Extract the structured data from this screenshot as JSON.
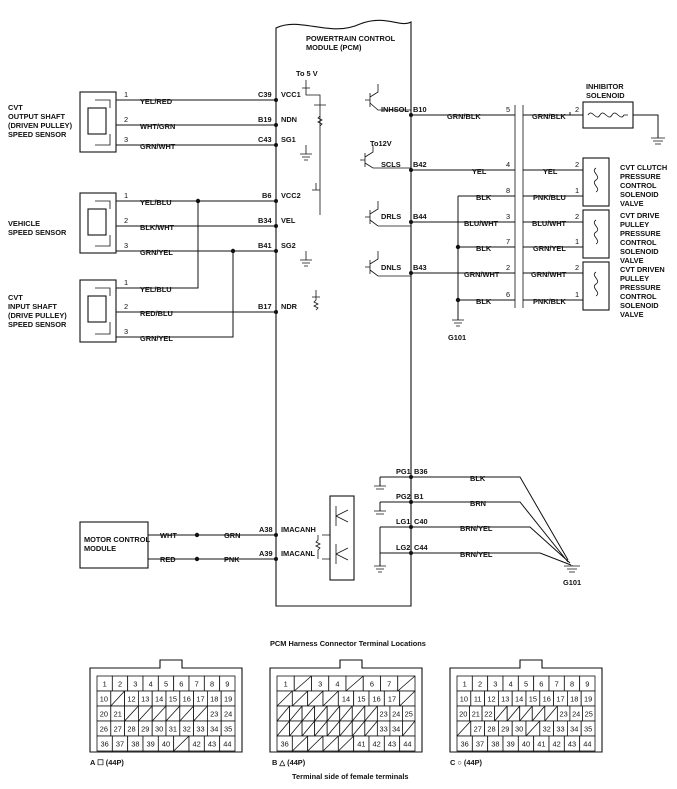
{
  "pcm": {
    "title1": "POWERTRAIN CONTROL",
    "title2": "MODULE (PCM)",
    "to5v": "To 5 V",
    "to12v": "To12V"
  },
  "left_components": {
    "output_shaft": [
      "CVT",
      "OUTPUT SHAFT",
      "(DRIVEN PULLEY)",
      "SPEED SENSOR"
    ],
    "vehicle_speed": [
      "VEHICLE",
      "SPEED SENSOR"
    ],
    "input_shaft": [
      "CVT",
      "INPUT SHAFT",
      "(DRIVE PULLEY)",
      "SPEED SENSOR"
    ],
    "motor_control": [
      "MOTOR CONTROL",
      "MODULE"
    ]
  },
  "left_pins": [
    {
      "pin": "C39",
      "name": "VCC1",
      "wire": "YEL/RED",
      "term": "1"
    },
    {
      "pin": "B19",
      "name": "NDN",
      "wire": "WHT/GRN",
      "term": "2"
    },
    {
      "pin": "C43",
      "name": "SG1",
      "wire": "GRN/WHT",
      "term": "3"
    },
    {
      "pin": "B6",
      "name": "VCC2",
      "wire": "YEL/BLU",
      "term": "1"
    },
    {
      "pin": "B34",
      "name": "VEL",
      "wire": "BLK/WHT",
      "term": "2"
    },
    {
      "pin": "B41",
      "name": "SG2",
      "wire": "GRN/YEL",
      "term": "3"
    },
    {
      "pin": "",
      "name": "",
      "wire": "YEL/BLU",
      "term": "1"
    },
    {
      "pin": "B17",
      "name": "NDR",
      "wire": "RED/BLU",
      "term": "2"
    },
    {
      "pin": "",
      "name": "",
      "wire": "GRN/YEL",
      "term": "3"
    }
  ],
  "ima_pins": [
    {
      "pin": "A38",
      "name": "IMACANH",
      "wire_in": "WHT",
      "wire_out": "GRN"
    },
    {
      "pin": "A39",
      "name": "IMACANL",
      "wire_in": "RED",
      "wire_out": "PNK"
    }
  ],
  "right_pins": [
    {
      "pin": "B10",
      "name": "INHSOL",
      "wire": "GRN/BLK",
      "term": "5",
      "wire2": "GRN/BLK",
      "term2": "2"
    },
    {
      "pin": "B42",
      "name": "SCLS",
      "wire": "YEL",
      "term": "4",
      "wire2": "YEL",
      "term2": "2"
    },
    {
      "pin": "",
      "name": "",
      "wire": "BLK",
      "term": "8",
      "wire2": "PNK/BLU",
      "term2": "1"
    },
    {
      "pin": "B44",
      "name": "DRLS",
      "wire": "BLU/WHT",
      "term": "3",
      "wire2": "BLU/WHT",
      "term2": "2"
    },
    {
      "pin": "",
      "name": "",
      "wire": "BLK",
      "term": "7",
      "wire2": "GRN/YEL",
      "term2": "1"
    },
    {
      "pin": "B43",
      "name": "DNLS",
      "wire": "GRN/WHT",
      "term": "2",
      "wire2": "GRN/WHT",
      "term2": "2"
    },
    {
      "pin": "",
      "name": "",
      "wire": "BLK",
      "term": "6",
      "wire2": "PNK/BLK",
      "term2": "1"
    }
  ],
  "right_components": {
    "inhibitor": [
      "INHIBITOR",
      "SOLENOID"
    ],
    "clutch": [
      "CVT CLUTCH",
      "PRESSURE",
      "CONTROL",
      "SOLENOID",
      "VALVE"
    ],
    "drive": [
      "CVT DRIVE",
      "PULLEY",
      "PRESSURE",
      "CONTROL",
      "SOLENOID",
      "VALVE"
    ],
    "driven": [
      "CVT DRIVEN",
      "PULLEY",
      "PRESSURE",
      "CONTROL",
      "SOLENOID",
      "VALVE"
    ]
  },
  "ground_pins": [
    {
      "pin": "B36",
      "name": "PG1",
      "wire": "BLK"
    },
    {
      "pin": "B1",
      "name": "PG2",
      "wire": "BRN"
    },
    {
      "pin": "C40",
      "name": "LG1",
      "wire": "BRN/YEL"
    },
    {
      "pin": "C44",
      "name": "LG2",
      "wire": "BRN/YEL"
    }
  ],
  "grounds": {
    "g101_top": "G101",
    "g101_bottom": "G101"
  },
  "connectors": {
    "heading": "PCM Harness Connector Terminal Locations",
    "footer": "Terminal side of female terminals",
    "captions": [
      "A ☐ (44P)",
      "B △ (44P)",
      "C ○ (44P)"
    ],
    "layouts": [
      {
        "rows": [
          [
            "1",
            "2",
            "3",
            "4",
            "5",
            "6",
            "7",
            "8",
            "9"
          ],
          [
            "10",
            "",
            "12",
            "13",
            "14",
            "15",
            "16",
            "17",
            "18",
            "19"
          ],
          [
            "20",
            "21",
            "",
            "",
            "",
            "",
            "",
            "",
            "23",
            "24"
          ],
          [
            "26",
            "27",
            "28",
            "29",
            "30",
            "31",
            "32",
            "33",
            "34",
            "35"
          ],
          [
            "36",
            "37",
            "38",
            "39",
            "40",
            "",
            "42",
            "43",
            "44"
          ]
        ]
      },
      {
        "rows": [
          [
            "1",
            "",
            "3",
            "4",
            "",
            "6",
            "7",
            ""
          ],
          [
            "",
            "",
            "",
            "",
            "14",
            "15",
            "16",
            "17",
            ""
          ],
          [
            "",
            "",
            "",
            "",
            "",
            "",
            "",
            "",
            "23",
            "24",
            "25"
          ],
          [
            "",
            "",
            "",
            "",
            "",
            "",
            "",
            "",
            "33",
            "34",
            ""
          ],
          [
            "36",
            "",
            "",
            "",
            "",
            "41",
            "42",
            "43",
            "44"
          ]
        ]
      },
      {
        "rows": [
          [
            "1",
            "2",
            "3",
            "4",
            "5",
            "6",
            "7",
            "8",
            "9"
          ],
          [
            "10",
            "11",
            "12",
            "13",
            "14",
            "15",
            "16",
            "17",
            "18",
            "19"
          ],
          [
            "20",
            "21",
            "22",
            "",
            "",
            "",
            "",
            "",
            "23",
            "24",
            "25"
          ],
          [
            "",
            "27",
            "28",
            "29",
            "30",
            "",
            "32",
            "33",
            "34",
            "35"
          ],
          [
            "36",
            "37",
            "38",
            "39",
            "40",
            "41",
            "42",
            "43",
            "44"
          ]
        ]
      }
    ]
  }
}
